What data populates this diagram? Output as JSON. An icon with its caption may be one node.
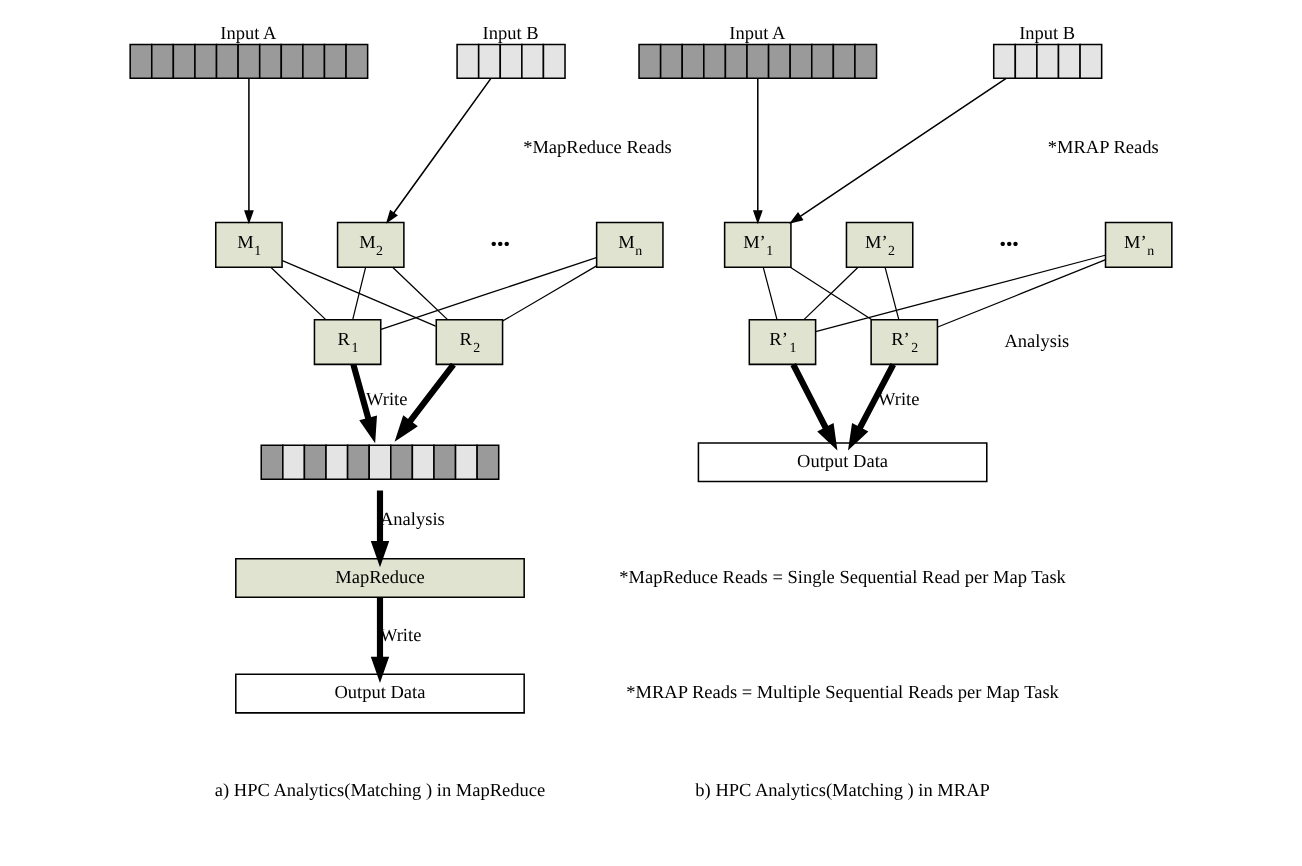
{
  "diagram": {
    "nodes": [
      {
        "text": [
          "Input A"
        ]
      },
      {
        "text": [
          "Input B"
        ]
      },
      {
        "text": [
          "M$_{1}$"
        ]
      },
      {
        "text": [
          "M$_{2}$"
        ]
      },
      {
        "text": [
          "M$_{n}$"
        ]
      },
      {
        "text": [
          "R$_{1}$"
        ]
      },
      {
        "text": [
          "R$_{2}$"
        ]
      },
      {
        "text": [],
        "shape": "bar"
      },
      {
        "text": [
          "MapReduce"
        ]
      },
      {
        "text": [
          "Output Data"
        ]
      },
      {
        "text": [
          "Input A"
        ]
      },
      {
        "text": [
          "Input B"
        ]
      },
      {
        "text": [
          "M’$_{1}$"
        ]
      },
      {
        "text": [
          "M’$_{2}$"
        ]
      },
      {
        "text": [
          "M’$_{n}$"
        ]
      },
      {
        "text": [
          "R’$_{1}$"
        ]
      },
      {
        "text": [
          "R’$_{2}$"
        ]
      },
      {
        "text": [
          "Output Data"
        ]
      }
    ],
    "edges": [
      {
        "from": 0,
        "to": 2,
        "arrow": "to"
      },
      {
        "from": 1,
        "to": 3,
        "arrow": "to"
      },
      {
        "from": 2,
        "to": 5,
        "arrow": "none"
      },
      {
        "from": 2,
        "to": 6,
        "arrow": "none"
      },
      {
        "from": 3,
        "to": 5,
        "arrow": "none"
      },
      {
        "from": 3,
        "to": 6,
        "arrow": "none"
      },
      {
        "from": 4,
        "to": 5,
        "arrow": "none"
      },
      {
        "from": 4,
        "to": 6,
        "arrow": "none"
      },
      {
        "from": 5,
        "to": 7,
        "arrow": "to",
        "style": "thick",
        "label": "Write"
      },
      {
        "from": 6,
        "to": 7,
        "arrow": "to",
        "style": "thick"
      },
      {
        "from": 7,
        "to": 8,
        "arrow": "to",
        "style": "thick",
        "label": "Analysis"
      },
      {
        "from": 8,
        "to": 9,
        "arrow": "to",
        "style": "thick",
        "label": "Write"
      },
      {
        "from": 10,
        "to": 12,
        "arrow": "to"
      },
      {
        "from": 11,
        "to": 12,
        "arrow": "to"
      },
      {
        "from": 12,
        "to": 15,
        "arrow": "none"
      },
      {
        "from": 12,
        "to": 16,
        "arrow": "none"
      },
      {
        "from": 13,
        "to": 15,
        "arrow": "none"
      },
      {
        "from": 13,
        "to": 16,
        "arrow": "none"
      },
      {
        "from": 14,
        "to": 15,
        "arrow": "none"
      },
      {
        "from": 14,
        "to": 16,
        "arrow": "none"
      },
      {
        "from": 15,
        "to": 17,
        "arrow": "to",
        "style": "thick"
      },
      {
        "from": 16,
        "to": 17,
        "arrow": "to",
        "style": "thick",
        "label": "Write"
      }
    ],
    "labels": [
      "*MapReduce Reads",
      "•••",
      "*MRAP Reads",
      "•••",
      "Analysis",
      "*MapReduce Reads = Single Sequential Read per Map Task",
      "*MRAP Reads = Multiple Sequential Reads per Map Task",
      "a) HPC Analytics(Matching ) in MapReduce",
      "b) HPC Analytics(Matching ) in MRAP"
    ]
  }
}
